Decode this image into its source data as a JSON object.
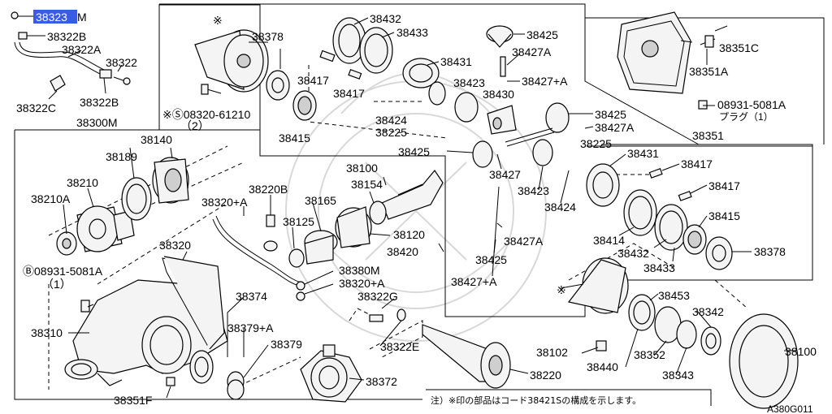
{
  "diagram": {
    "code": "A380G011",
    "note": "注）※印の部品はコード38421Sの構成を示します。",
    "labels": {
      "l38323m_num": "38323",
      "l38323m_suf": "M",
      "l38322b_top": "38322B",
      "l38322a": "38322A",
      "l38322": "38322",
      "l38322c": "38322C",
      "l38322b_bot": "38322B",
      "l38300m": "38300M",
      "l38378_top": "38378",
      "l38417_a": "38417",
      "l38417_b": "38417",
      "l38432_top": "38432",
      "l38433_top": "38433",
      "l38431_top": "38431",
      "l38425_top": "38425",
      "l38427a_top": "38427A",
      "l38427pa_top": "38427+A",
      "l38423_top": "38423",
      "l38430": "38430",
      "l38424_top": "38424",
      "l38225_top": "38225",
      "l38425_mid": "38425",
      "l38427a_mid": "38427A",
      "bolt_spec": "※Ⓢ08320-61210",
      "bolt_qty": "（2）",
      "l38415_top": "38415",
      "l38351c": "38351C",
      "l38351a": "38351A",
      "plug_spec": "08931-5081A",
      "plug_name": "プラグ（1）",
      "l38351": "38351",
      "l38140": "38140",
      "l38189": "38189",
      "l38210": "38210",
      "l38210a": "38210A",
      "l38220b": "38220B",
      "l38320pa_top": "38320+A",
      "l38165": "38165",
      "l38125": "38125",
      "l38100_top": "38100",
      "l38154": "38154",
      "l38120": "38120",
      "l38420": "38420",
      "l38425_l": "38425",
      "l38225_r": "38225",
      "l38427": "38427",
      "l38423_r": "38423",
      "l38424_r": "38424",
      "l38431_r": "38431",
      "l38417_r1": "38417",
      "l38417_r2": "38417",
      "l38415_r": "38415",
      "l38414": "38414",
      "l38432_r": "38432",
      "l38433_r": "38433",
      "l38378_r": "38378",
      "l38427a_bot": "38427A",
      "l38425_bot": "38425",
      "l38427pa_bot": "38427+A",
      "l38320": "38320",
      "b_spec": "Ⓑ08931-5081A",
      "b_qty": "（1）",
      "l38310": "38310",
      "l38374": "38374",
      "l38379pa": "38379+A",
      "l38379": "38379",
      "l38380m": "38380M",
      "l38320pa_bot": "38320+A",
      "l38322g": "38322G",
      "l38322e": "38322E",
      "l38372": "38372",
      "l38351f": "38351F",
      "l38220": "38220",
      "l38102": "38102",
      "l38440": "38440",
      "l38352": "38352",
      "l38453": "38453",
      "l38342": "38342",
      "l38343": "38343",
      "l38100_bot": "38100",
      "star1": "※",
      "star2": "※"
    }
  }
}
